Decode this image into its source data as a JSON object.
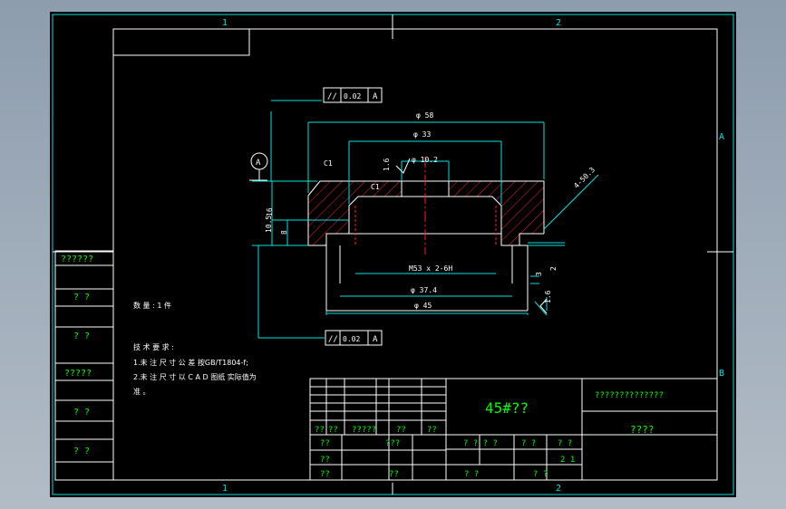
{
  "border": {
    "zones_top": [
      "1",
      "2"
    ],
    "zones_bottom": [
      "1",
      "2"
    ],
    "zones_right": [
      "A",
      "B"
    ]
  },
  "datum_label": "A",
  "tolerance_frames": {
    "top": {
      "symbol": "//",
      "value": "0.02",
      "datum": "A"
    },
    "bottom": {
      "symbol": "//",
      "value": "0.02",
      "datum": "A"
    }
  },
  "dimensions": {
    "d_outer_top": "φ 58",
    "d_inner_top": "φ 33",
    "d_hole": "φ 10.2",
    "chamfer_left": "C1",
    "chamfer_inner": "C1",
    "thread": "M53 x 2-6H",
    "d_bottom_inner": "φ 37.4",
    "d_bottom_outer": "φ 45",
    "h_total": "16",
    "h_mid": "10.5",
    "h_low": "8",
    "angle": "4-50.3",
    "groove": "2",
    "groove_w": "3",
    "rough_top": "1.6",
    "rough_right": "1.6"
  },
  "left_column_labels": [
    "??????",
    "? ?",
    "? ?",
    "?????",
    "? ?",
    "? ?"
  ],
  "notes": {
    "quantity": "数 量 : 1 件",
    "tech_title": "技 术 要 求 :",
    "line1": "1.未 注 尺 寸 公 差 按GB/T1804-f;",
    "line2": "2.未 注 尺 寸 以 C A D 图纸 实际值为",
    "line3": "准 。"
  },
  "title_block": {
    "material": "45#??",
    "company": "??????????????",
    "drawing_name": "????",
    "row_labels": [
      "??",
      "??",
      "?????",
      "??",
      "??"
    ],
    "sign_1": "??",
    "sign_2": "???",
    "sign_3": "??",
    "sign_4": "??",
    "sign_5": "??",
    "stage": "? ? ? ?",
    "weight": "? ?",
    "scale": "? ?",
    "scale_value": "2 1",
    "sheet_a": "?  ?",
    "sheet_b": "?  ?"
  }
}
